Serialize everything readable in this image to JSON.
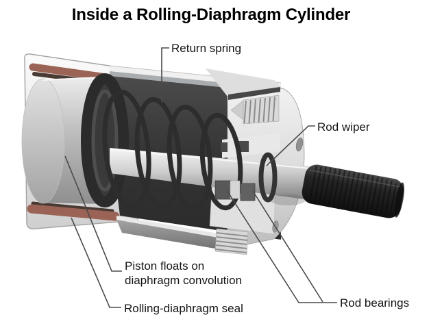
{
  "title": "Inside a Rolling-Diaphragm Cylinder",
  "labels": {
    "return_spring": "Return spring",
    "rod_wiper": "Rod wiper",
    "piston_line1": "Piston floats on",
    "piston_line2": "diaphragm convolution",
    "rolling_diaphragm_seal": "Rolling-diaphragm seal",
    "rod_bearings": "Rod bearings"
  },
  "colors": {
    "background": "#ffffff",
    "title_text": "#000000",
    "label_text": "#141414",
    "leader_line": "#4a4a4a",
    "diaphragm_seal_red": "#9a6355",
    "diaphragm_shadow": "#4a3a34",
    "metal_light": "#e8e8e8",
    "metal_mid": "#a9adb0",
    "interior_dark": "#383838",
    "spring_coil": "#2d2d2d",
    "rod_thread_black": "#161616"
  }
}
